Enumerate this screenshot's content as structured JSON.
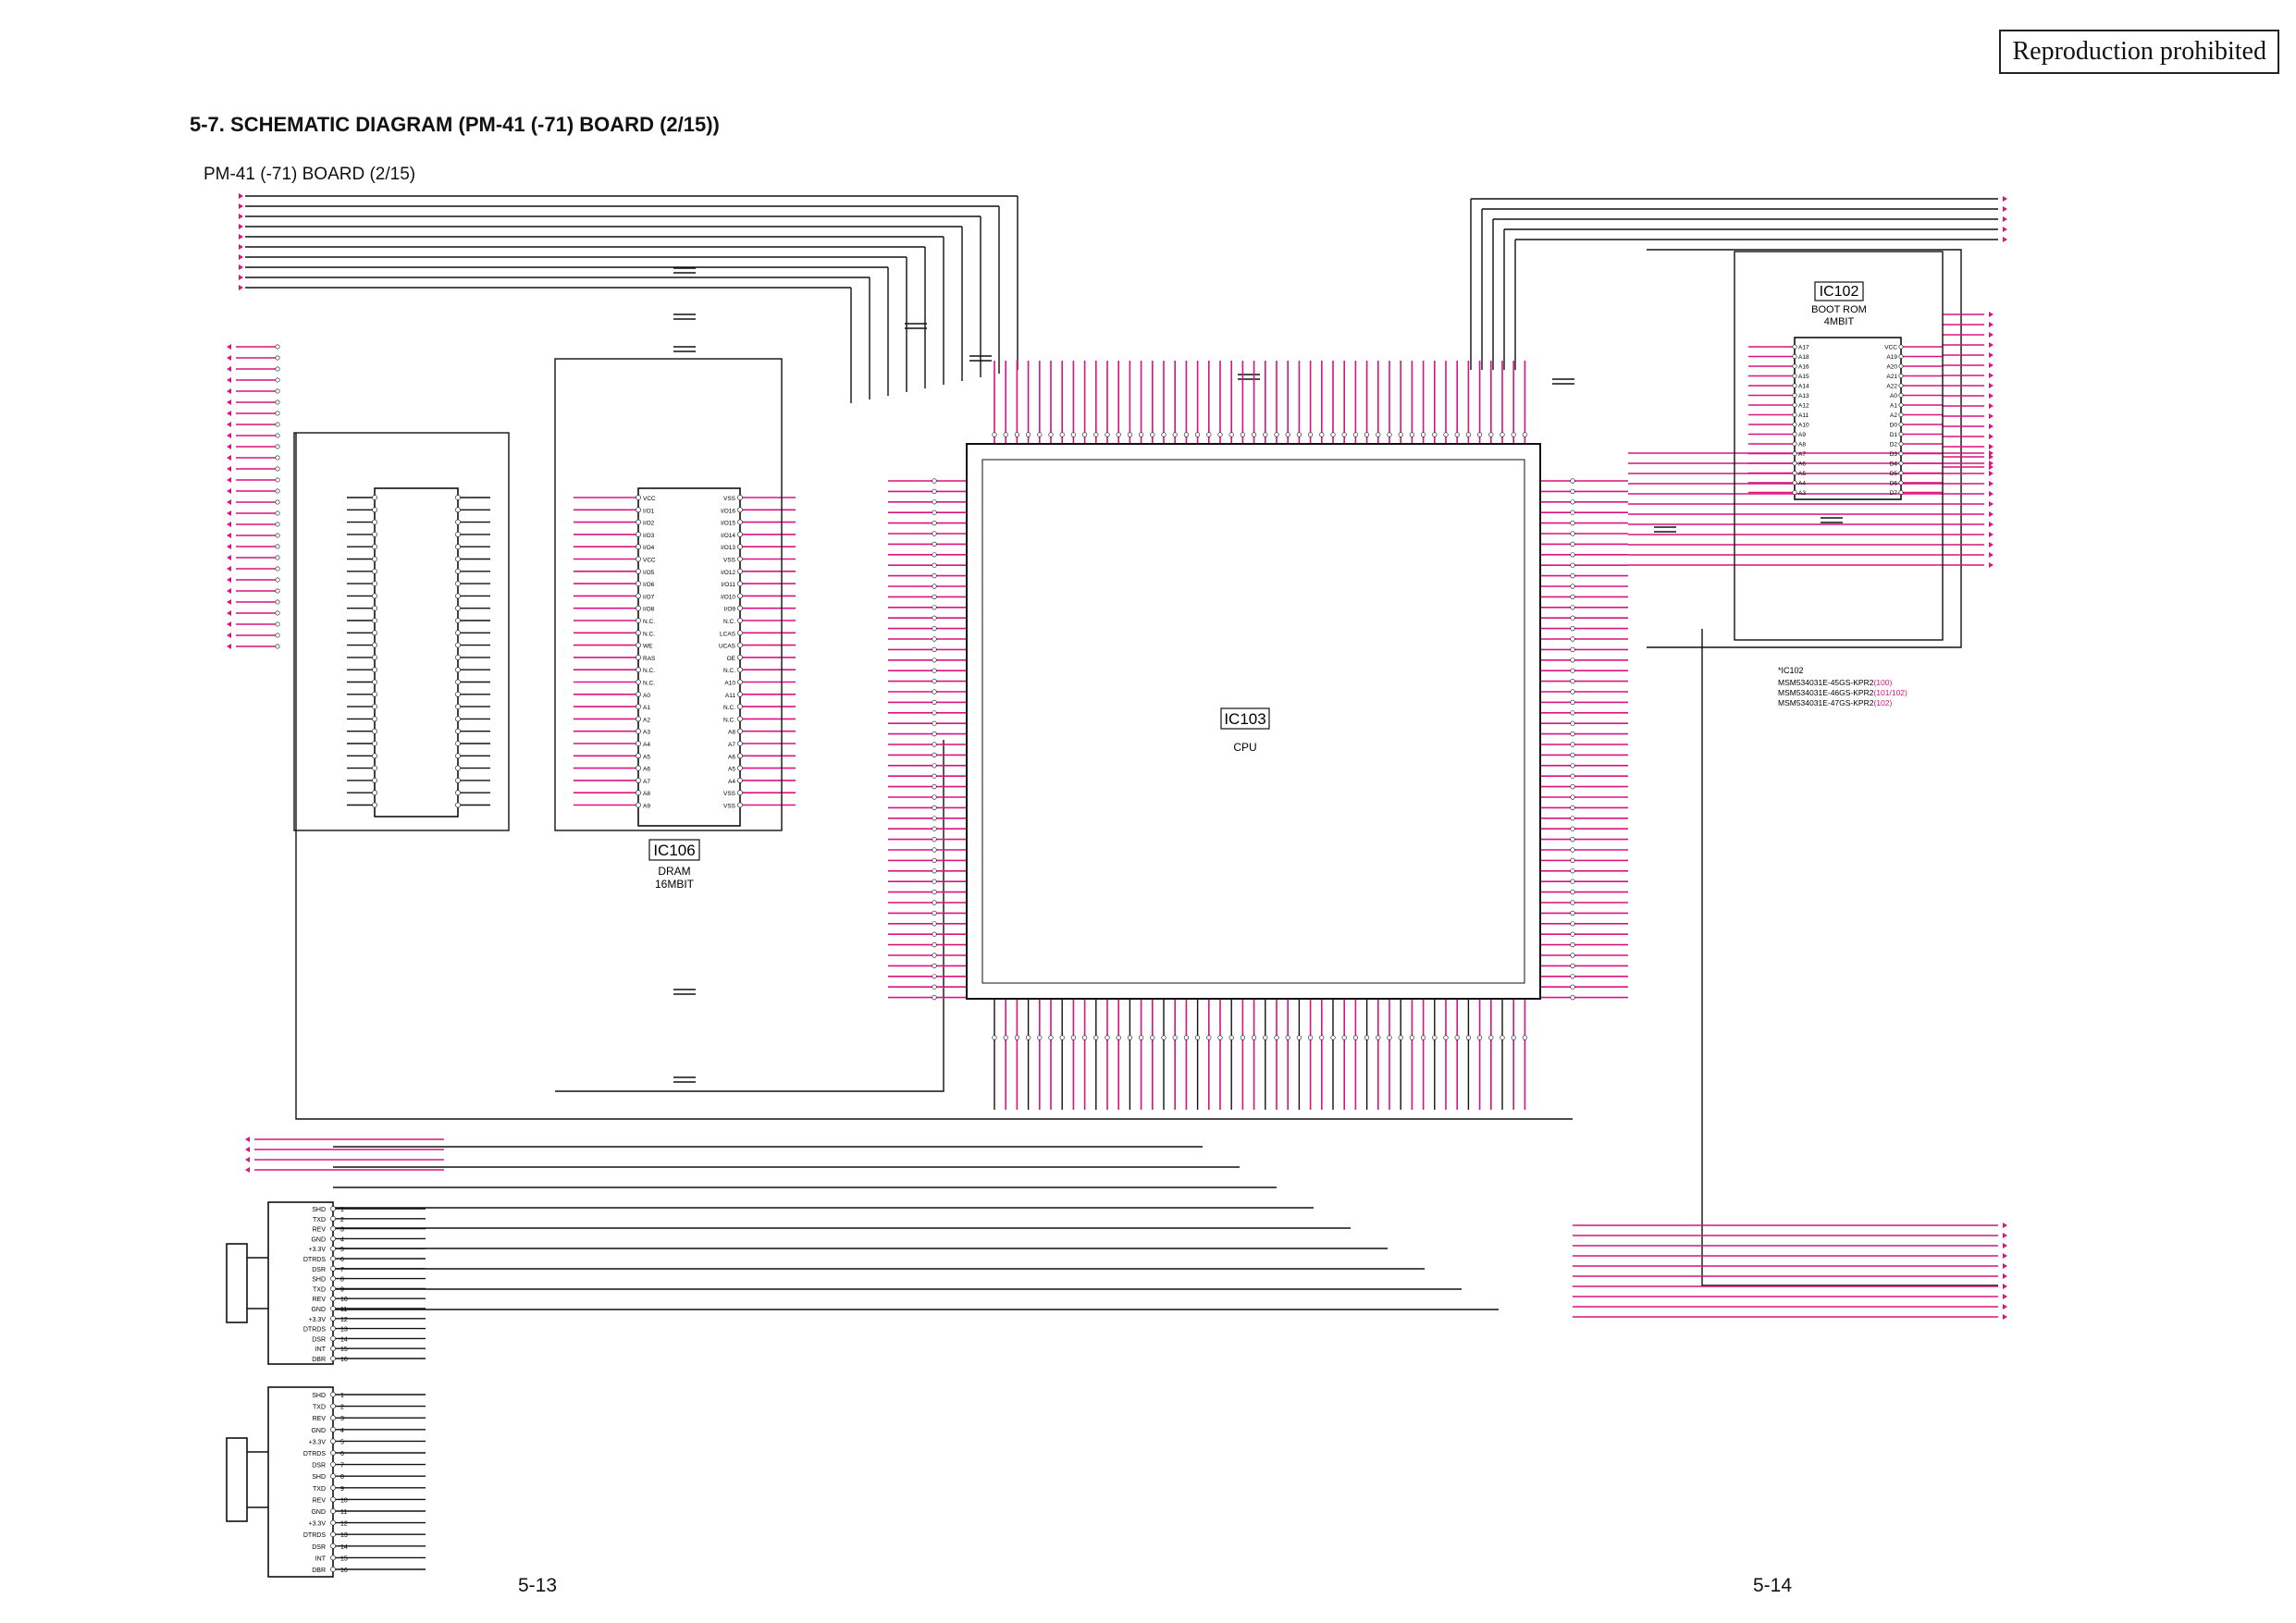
{
  "header": {
    "stamp": "Reproduction prohibited",
    "title": "5-7. SCHEMATIC DIAGRAM (PM-41 (-71) BOARD (2/15))",
    "subtitle": "PM-41 (-71) BOARD (2/15)"
  },
  "pages": {
    "left": "5-13",
    "right": "5-14"
  },
  "ics": {
    "ic103": {
      "ref": "IC103",
      "desc": "CPU"
    },
    "ic106": {
      "ref": "IC106",
      "desc1": "DRAM",
      "desc2": "16MBIT"
    },
    "ic102": {
      "ref": "IC102",
      "desc1": "BOOT ROM",
      "desc2": "4MBIT"
    }
  },
  "note": {
    "head": "*IC102",
    "lines": [
      {
        "part": "MSM534031E-45GS-KPR2",
        "tag": "(100)"
      },
      {
        "part": "MSM534031E-46GS-KPR2",
        "tag": "(101/102)"
      },
      {
        "part": "MSM534031E-47GS-KPR2",
        "tag": "(102)"
      }
    ]
  },
  "colors": {
    "net": "#111111",
    "signal": "#d9137f",
    "paper": "#ffffff"
  },
  "connectors": {
    "cn1": [
      "SHD",
      "TXD",
      "REV",
      "GND",
      "+3.3V",
      "DTRDS",
      "DSR",
      "SHD",
      "TXD",
      "REV",
      "GND",
      "+3.3V",
      "DTRDS",
      "DSR",
      "INT",
      "DBR"
    ],
    "cn2": [
      "SHD",
      "TXD",
      "REV",
      "GND",
      "+3.3V",
      "DTRDS",
      "DSR",
      "SHD",
      "TXD",
      "REV",
      "GND",
      "+3.3V",
      "DTRDS",
      "DSR",
      "INT",
      "DBR"
    ]
  },
  "ic102_pins_left": [
    "A17",
    "A18",
    "A16",
    "A15",
    "A14",
    "A13",
    "A12",
    "A11",
    "A10",
    "A9",
    "A8",
    "A7",
    "A6",
    "A5",
    "A4",
    "A3"
  ],
  "ic102_pins_right": [
    "VCC",
    "A19",
    "A20",
    "A21",
    "A22",
    "A0",
    "A1",
    "A2",
    "D0",
    "D1",
    "D2",
    "D3",
    "D4",
    "D5",
    "D6",
    "D7"
  ],
  "ic106_pins_left": [
    "VCC",
    "I/O1",
    "I/O2",
    "I/O3",
    "I/O4",
    "VCC",
    "I/O5",
    "I/O6",
    "I/O7",
    "I/O8",
    "N.C.",
    "N.C.",
    "WE",
    "RAS",
    "N.C.",
    "N.C.",
    "A0",
    "A1",
    "A2",
    "A3",
    "A4",
    "A5",
    "A6",
    "A7",
    "A8",
    "A9"
  ],
  "ic106_pins_right": [
    "VSS",
    "I/O16",
    "I/O15",
    "I/O14",
    "I/O13",
    "VSS",
    "I/O12",
    "I/O11",
    "I/O10",
    "I/O9",
    "N.C.",
    "LCAS",
    "UCAS",
    "OE",
    "N.C.",
    "A10",
    "A11",
    "N.C.",
    "N.C.",
    "A8",
    "A7",
    "A6",
    "A5",
    "A4",
    "VSS",
    "VSS"
  ]
}
